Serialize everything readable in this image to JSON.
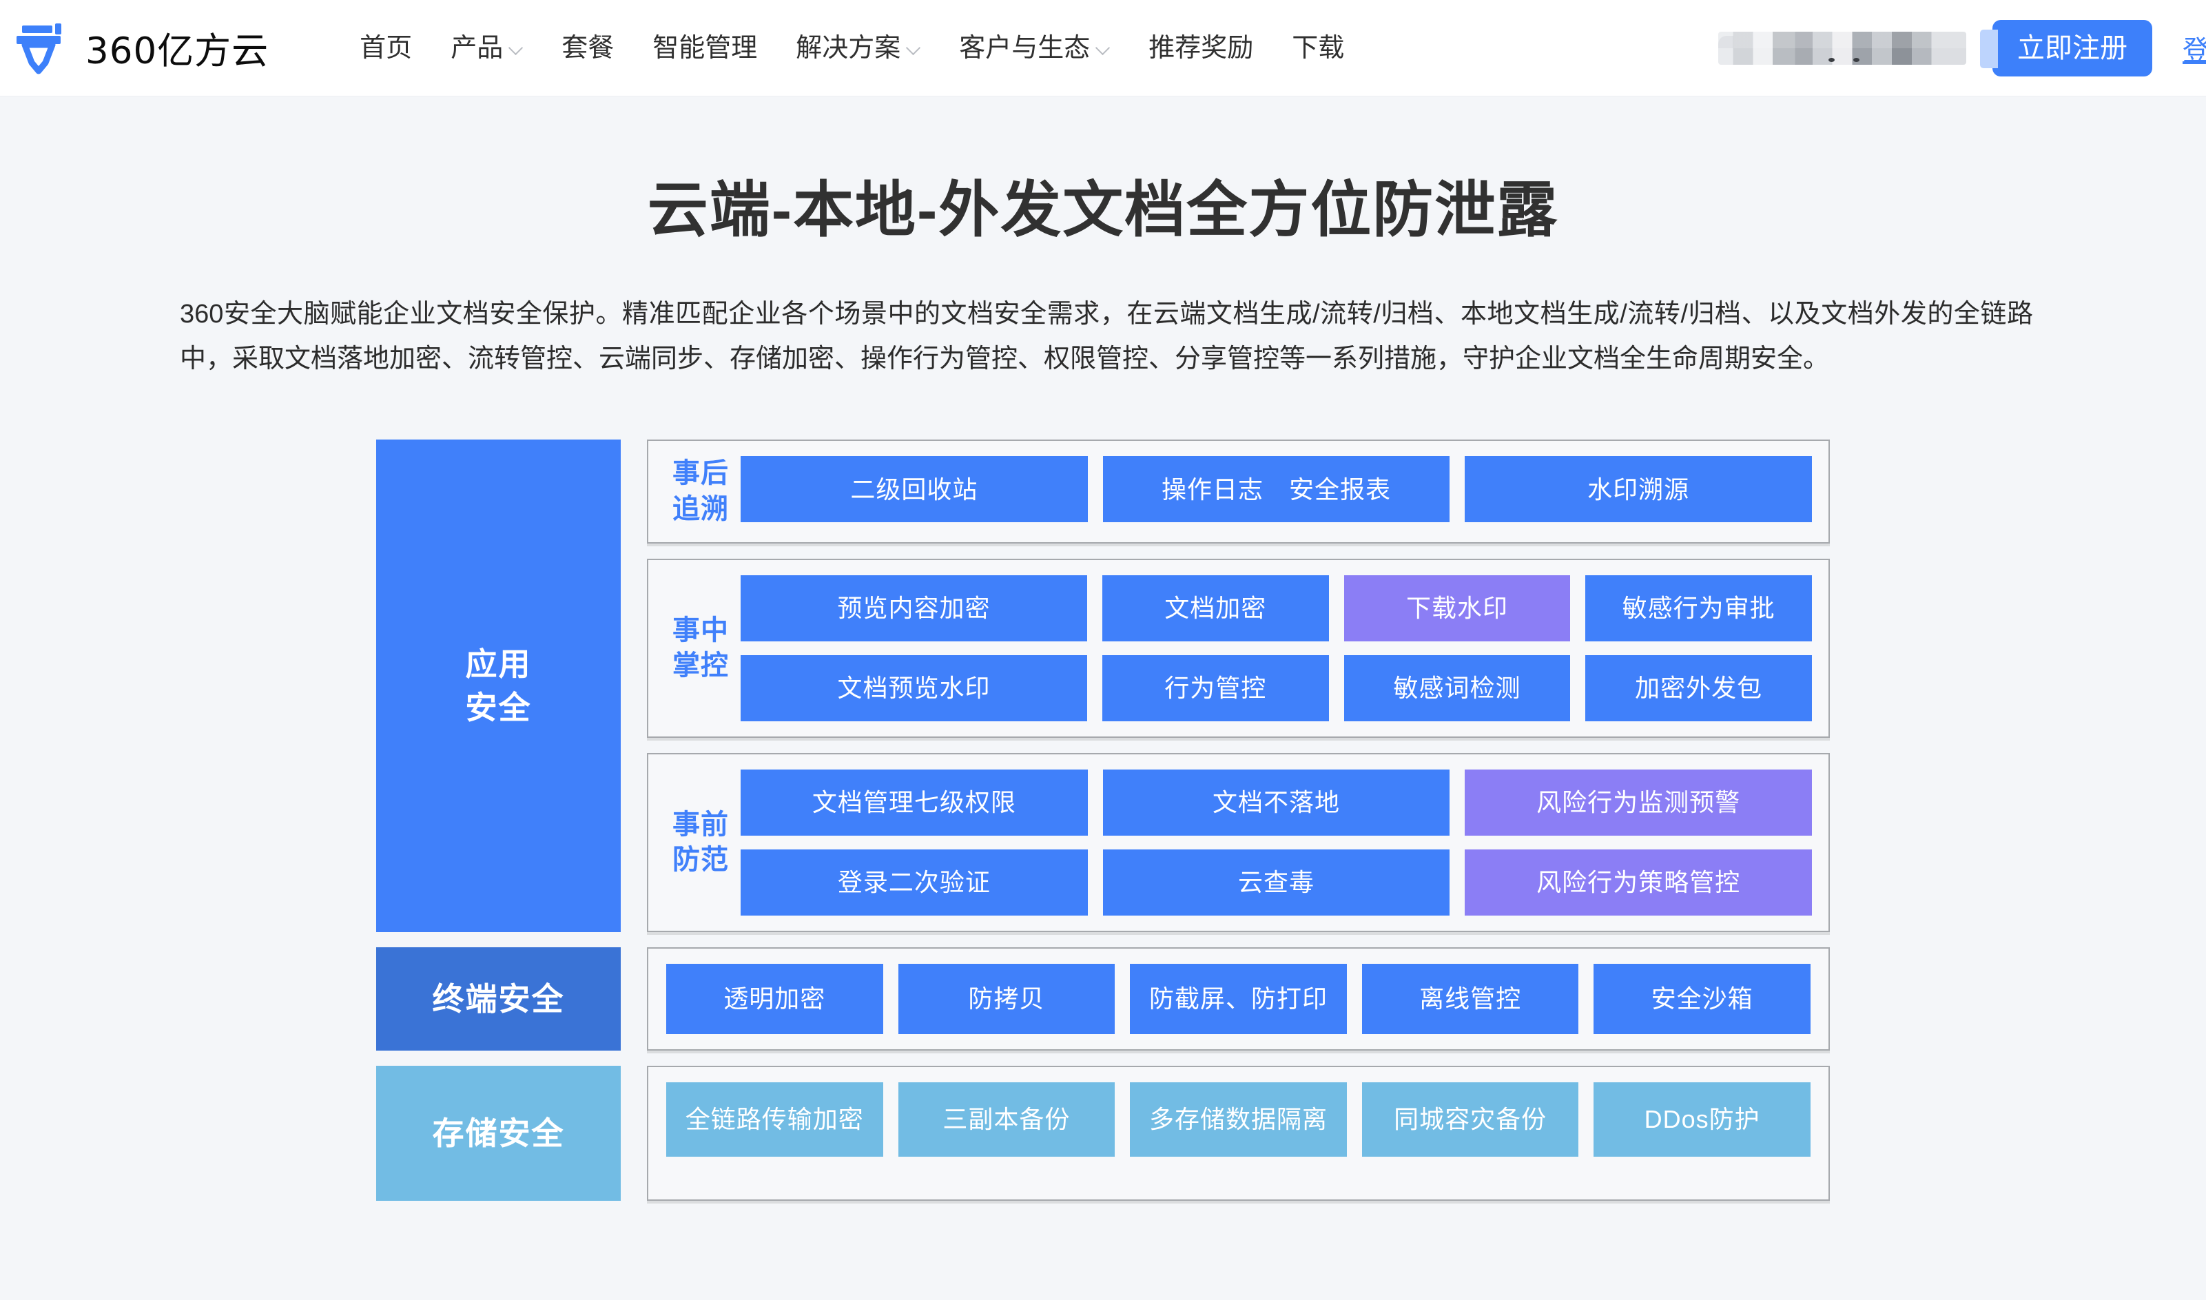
{
  "header": {
    "brand_name": "360亿方云",
    "nav_items": [
      {
        "label": "首页",
        "has_dropdown": false
      },
      {
        "label": "产品",
        "has_dropdown": true
      },
      {
        "label": "套餐",
        "has_dropdown": false
      },
      {
        "label": "智能管理",
        "has_dropdown": false
      },
      {
        "label": "解决方案",
        "has_dropdown": true
      },
      {
        "label": "客户与生态",
        "has_dropdown": true
      },
      {
        "label": "推荐奖励",
        "has_dropdown": false
      },
      {
        "label": "下载",
        "has_dropdown": false
      }
    ],
    "signup_label": "立即注册",
    "login_label": "登录",
    "account_redacted": true
  },
  "hero": {
    "title": "云端-本地-外发文档全方位防泄露",
    "description": "360安全大脑赋能企业文档安全保护。精准匹配企业各个场景中的文档安全需求，在云端文档生成/流转/归档、本地文档生成/流转/归档、以及文档外发的全链路中，采取文档落地加密、流转管控、云端同步、存储加密、操作行为管控、权限管控、分享管控等一系列措施，守护企业文档全生命周期安全。"
  },
  "colors": {
    "blue": "#4080fa",
    "purple": "#8b7ef5",
    "sky": "#72bce4",
    "endpoint_blue": "#3a73d6",
    "page_bg": "#f4f6f9",
    "panel_bg": "#f7f8fa",
    "panel_border": "#a6a9ad",
    "stage_text": "#4080fa"
  },
  "diagram": {
    "layers": [
      {
        "label": "应用\n安全",
        "label_line1": "应用",
        "label_line2": "安全",
        "label_color": "blue",
        "stages": [
          {
            "name_line1": "事后",
            "name_line2": "追溯",
            "rows": [
              [
                {
                  "label": "二级回收站",
                  "color": "blue",
                  "width": "w2"
                },
                {
                  "label": "操作日志　安全报表",
                  "color": "blue",
                  "width": "w2"
                },
                {
                  "label": "水印溯源",
                  "color": "blue",
                  "width": "w2"
                }
              ]
            ]
          },
          {
            "name_line1": "事中",
            "name_line2": "掌控",
            "rows": [
              [
                {
                  "label": "预览内容加密",
                  "color": "blue",
                  "width": "w15"
                },
                {
                  "label": "文档加密",
                  "color": "blue",
                  "width": "w1"
                },
                {
                  "label": "下载水印",
                  "color": "purple",
                  "width": "w1"
                },
                {
                  "label": "敏感行为审批",
                  "color": "blue",
                  "width": "w1"
                }
              ],
              [
                {
                  "label": "文档预览水印",
                  "color": "blue",
                  "width": "w15"
                },
                {
                  "label": "行为管控",
                  "color": "blue",
                  "width": "w1"
                },
                {
                  "label": "敏感词检测",
                  "color": "blue",
                  "width": "w1"
                },
                {
                  "label": "加密外发包",
                  "color": "blue",
                  "width": "w1"
                }
              ]
            ]
          },
          {
            "name_line1": "事前",
            "name_line2": "防范",
            "rows": [
              [
                {
                  "label": "文档管理七级权限",
                  "color": "blue",
                  "width": "w2"
                },
                {
                  "label": "文档不落地",
                  "color": "blue",
                  "width": "w2"
                },
                {
                  "label": "风险行为监测预警",
                  "color": "purple",
                  "width": "w2"
                }
              ],
              [
                {
                  "label": "登录二次验证",
                  "color": "blue",
                  "width": "w2"
                },
                {
                  "label": "云查毒",
                  "color": "blue",
                  "width": "w2"
                },
                {
                  "label": "风险行为策略管控",
                  "color": "purple",
                  "width": "w2"
                }
              ]
            ]
          }
        ]
      },
      {
        "label_single": "终端安全",
        "label_color": "endpoint_blue",
        "flat_cards": [
          {
            "label": "透明加密",
            "color": "blue"
          },
          {
            "label": "防拷贝",
            "color": "blue"
          },
          {
            "label": "防截屏、防打印",
            "color": "blue"
          },
          {
            "label": "离线管控",
            "color": "blue"
          },
          {
            "label": "安全沙箱",
            "color": "blue"
          }
        ]
      },
      {
        "label_single": "存储安全",
        "label_color": "sky",
        "flat_cards": [
          {
            "label": "全链路传输加密",
            "color": "sky"
          },
          {
            "label": "三副本备份",
            "color": "sky"
          },
          {
            "label": "多存储数据隔离",
            "color": "sky"
          },
          {
            "label": "同城容灾备份",
            "color": "sky"
          },
          {
            "label": "DDos防护",
            "color": "sky"
          }
        ]
      }
    ]
  }
}
